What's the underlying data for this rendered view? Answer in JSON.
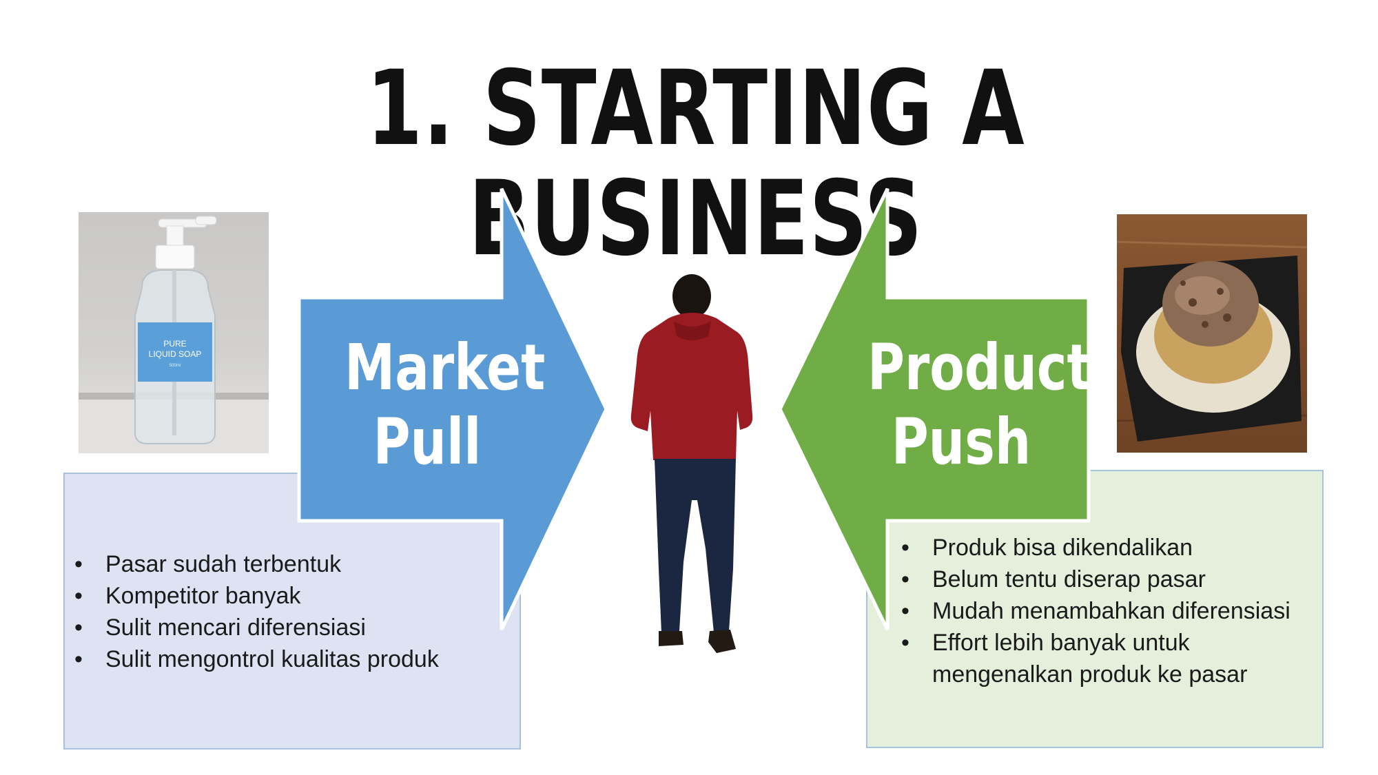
{
  "slide": {
    "title": "1. STARTING A BUSINESS"
  },
  "market_pull": {
    "label_line1": "Market",
    "label_line2": "Pull",
    "color": "#5b9bd5",
    "box_color": "#dde3f3",
    "bullets": [
      "Pasar sudah terbentuk",
      "Kompetitor banyak",
      "Sulit mencari diferensiasi",
      "Sulit mengontrol kualitas produk"
    ],
    "image": {
      "icon": "liquid-soap-bottle-photo",
      "bottle_label_line1": "PURE",
      "bottle_label_line2": "LIQUID SOAP",
      "bottle_label_line3": "500ml"
    }
  },
  "product_push": {
    "label_line1": "Product",
    "label_line2": "Push",
    "color": "#70ad47",
    "box_color": "#e4efdc",
    "bullets": [
      "Produk bisa dikendalikan",
      "Belum tentu diserap pasar",
      "Mudah menambahkan diferensiasi",
      "Effort lebih banyak untuk mengenalkan produk ke pasar"
    ],
    "image": {
      "icon": "food-dish-photo"
    }
  },
  "center": {
    "icon": "person-standing-back-view"
  }
}
